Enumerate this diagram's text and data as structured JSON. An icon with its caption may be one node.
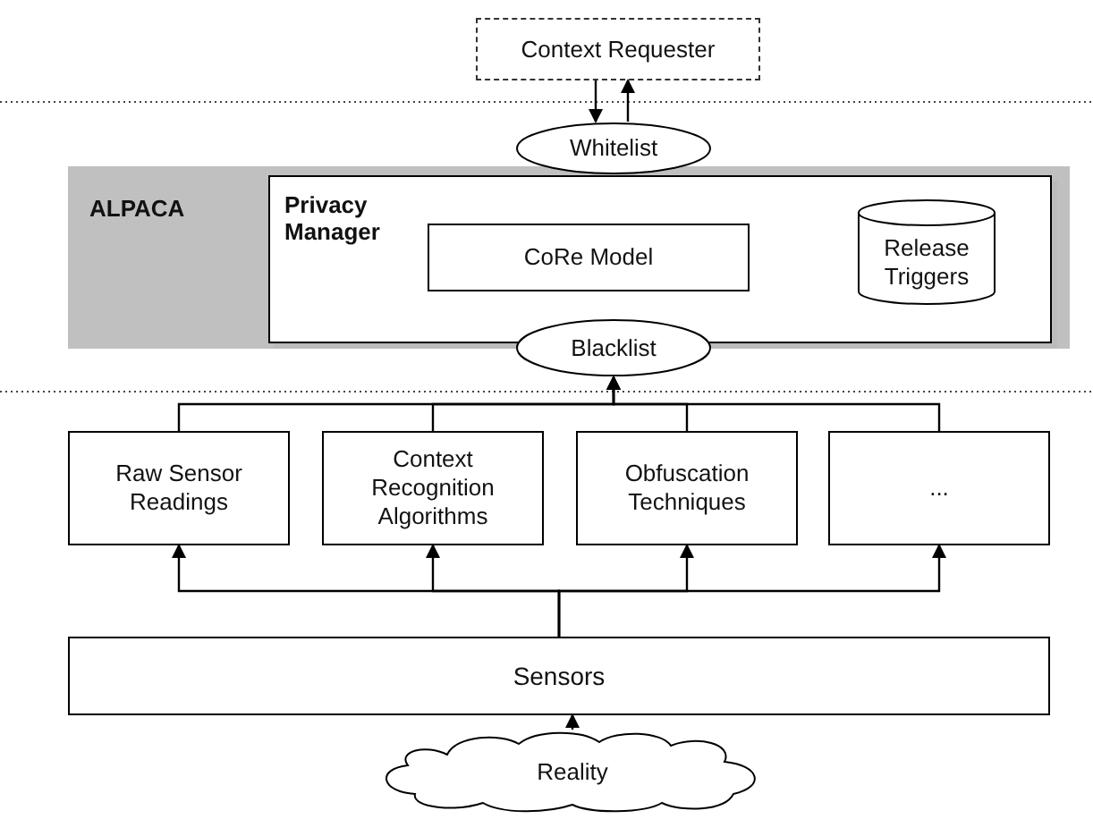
{
  "diagram": {
    "nodes": [
      {
        "text": [
          "Context Requester"
        ]
      },
      {
        "text": [
          "Whitelist"
        ]
      },
      {
        "text": [
          "ALPACA"
        ]
      },
      {
        "text": [
          "Privacy Manager"
        ],
        "in": 2
      },
      {
        "text": [
          "CoRe Model"
        ],
        "in": 3
      },
      {
        "text": [
          "Release Triggers"
        ],
        "in": 3
      },
      {
        "text": [
          "Blacklist"
        ]
      },
      {
        "text": [
          "Raw Sensor Readings"
        ]
      },
      {
        "text": [
          "Context Recognition Algorithms"
        ]
      },
      {
        "text": [
          "Obfuscation Techniques"
        ]
      },
      {
        "text": [
          "..."
        ]
      },
      {
        "text": [
          "Sensors"
        ]
      },
      {
        "text": [
          "Reality"
        ]
      }
    ],
    "edges": [
      {
        "from": 0,
        "to": 1,
        "arrow": "to"
      },
      {
        "from": 1,
        "to": 0,
        "arrow": "to"
      },
      {
        "from": 7,
        "to": 6,
        "arrow": "to"
      },
      {
        "from": 8,
        "to": 6,
        "arrow": "to"
      },
      {
        "from": 9,
        "to": 6,
        "arrow": "to"
      },
      {
        "from": 10,
        "to": 6,
        "arrow": "to"
      },
      {
        "from": 11,
        "to": 7,
        "arrow": "to"
      },
      {
        "from": 11,
        "to": 8,
        "arrow": "to"
      },
      {
        "from": 11,
        "to": 9,
        "arrow": "to"
      },
      {
        "from": 11,
        "to": 10,
        "arrow": "to"
      },
      {
        "from": 12,
        "to": 11,
        "arrow": "to"
      }
    ]
  }
}
